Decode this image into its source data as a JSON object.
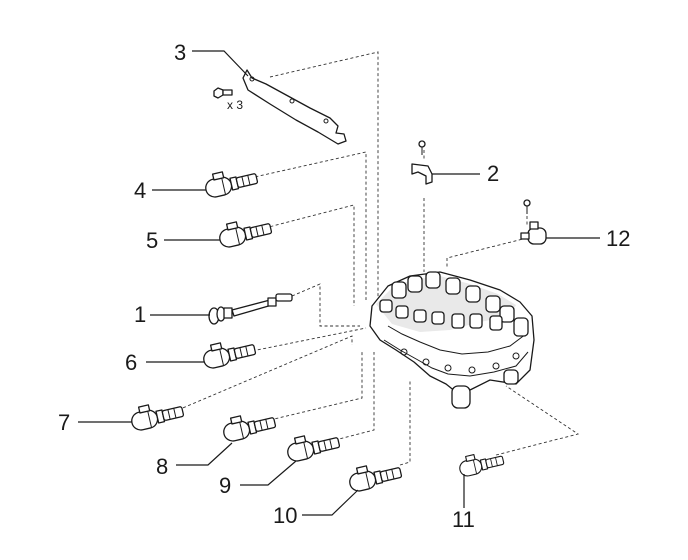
{
  "diagram": {
    "quantity_note": "x 3",
    "callouts": [
      {
        "id": "1",
        "label": "1"
      },
      {
        "id": "2",
        "label": "2"
      },
      {
        "id": "3",
        "label": "3"
      },
      {
        "id": "4",
        "label": "4"
      },
      {
        "id": "5",
        "label": "5"
      },
      {
        "id": "6",
        "label": "6"
      },
      {
        "id": "7",
        "label": "7"
      },
      {
        "id": "8",
        "label": "8"
      },
      {
        "id": "9",
        "label": "9"
      },
      {
        "id": "10",
        "label": "10"
      },
      {
        "id": "11",
        "label": "11"
      },
      {
        "id": "12",
        "label": "12"
      }
    ]
  }
}
